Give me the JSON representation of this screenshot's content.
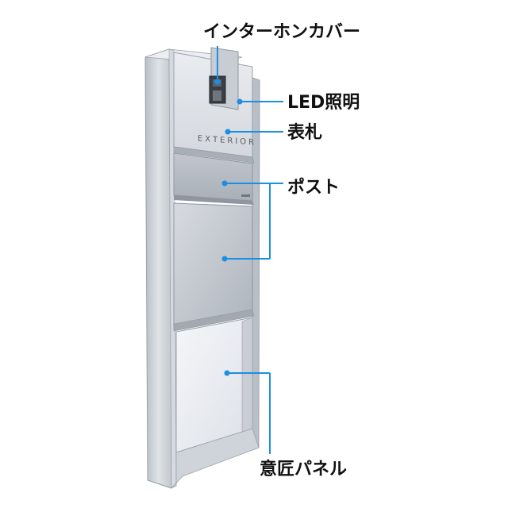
{
  "colors": {
    "leader_line": "#1a8fe6",
    "leader_dot": "#1a8fe6",
    "label_text": "#111111",
    "panel_silver": "#c9ced5",
    "panel_light": "#eef1f5"
  },
  "product": {
    "brand_text": "EXTERIOR"
  },
  "callouts": {
    "intercom_cover": "インターホンカバー",
    "led_light": "LED照明",
    "nameplate": "表札",
    "post": "ポスト",
    "design_panel": "意匠パネル"
  }
}
